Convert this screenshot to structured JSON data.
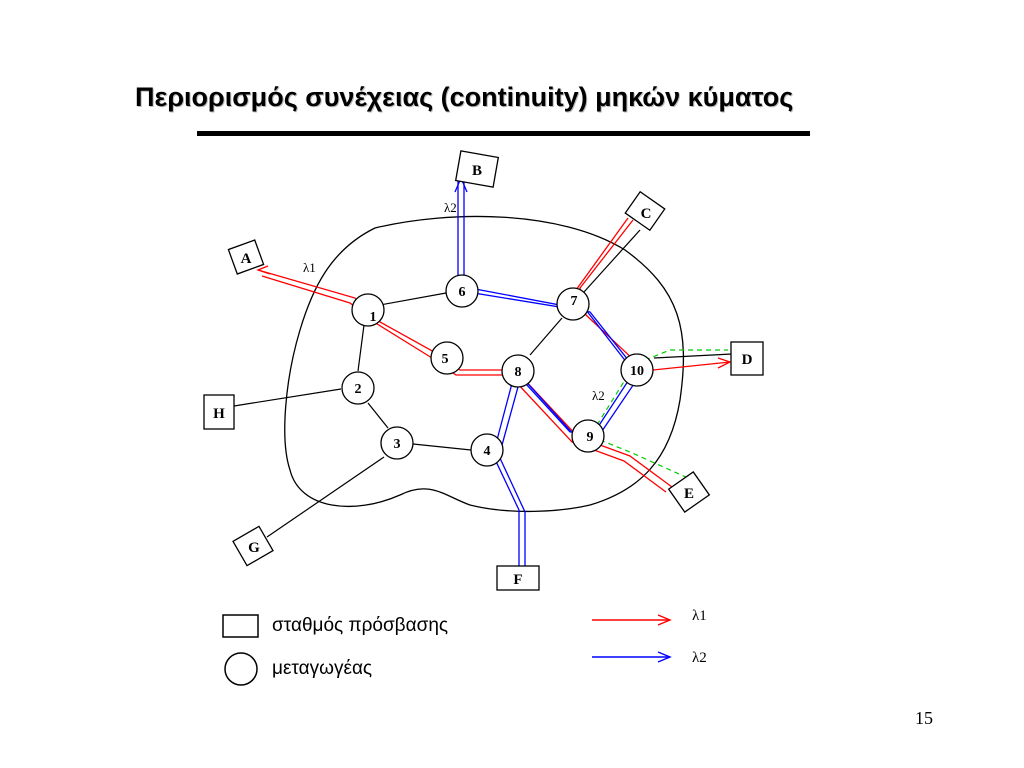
{
  "title": "Περιορισμός συνέχειας (continuity) μηκών κύματος",
  "diagram": {
    "nodes": [
      {
        "id": "n1",
        "label": "1"
      },
      {
        "id": "n2",
        "label": "2"
      },
      {
        "id": "n3",
        "label": "3"
      },
      {
        "id": "n4",
        "label": "4"
      },
      {
        "id": "n5",
        "label": "5"
      },
      {
        "id": "n6",
        "label": "6"
      },
      {
        "id": "n7",
        "label": "7"
      },
      {
        "id": "n8",
        "label": "8"
      },
      {
        "id": "n9",
        "label": "9"
      },
      {
        "id": "n10",
        "label": "10"
      }
    ],
    "stations": [
      {
        "id": "A",
        "label": "A"
      },
      {
        "id": "B",
        "label": "B"
      },
      {
        "id": "C",
        "label": "C"
      },
      {
        "id": "D",
        "label": "D"
      },
      {
        "id": "E",
        "label": "E"
      },
      {
        "id": "F",
        "label": "F"
      },
      {
        "id": "G",
        "label": "G"
      },
      {
        "id": "H",
        "label": "H"
      }
    ],
    "links": [
      [
        "n1",
        "n6"
      ],
      [
        "n6",
        "n7"
      ],
      [
        "n1",
        "n5"
      ],
      [
        "n5",
        "n8"
      ],
      [
        "n1",
        "n2"
      ],
      [
        "n2",
        "n3"
      ],
      [
        "n3",
        "n4"
      ],
      [
        "n4",
        "n8"
      ],
      [
        "n7",
        "n8"
      ],
      [
        "n7",
        "n10"
      ],
      [
        "n8",
        "n9"
      ],
      [
        "n9",
        "n10"
      ],
      [
        "n10",
        "D"
      ],
      [
        "n9",
        "E"
      ],
      [
        "n7",
        "C"
      ],
      [
        "n1",
        "A"
      ],
      [
        "n6",
        "B"
      ],
      [
        "n4",
        "F"
      ],
      [
        "n2",
        "H"
      ],
      [
        "n3",
        "G"
      ]
    ],
    "path_lambda1_label": "λ1",
    "path_lambda2_label_top": "λ2",
    "path_lambda2_label_mid": "λ2",
    "colors": {
      "lambda1": "#ff0000",
      "lambda2": "#0000ff",
      "dashed": "#00cc00"
    }
  },
  "legend": {
    "station": "σταθμός πρόσβασης",
    "switch": "μεταγωγέας",
    "lambda1": "λ1",
    "lambda2": "λ2"
  },
  "page_number": "15"
}
